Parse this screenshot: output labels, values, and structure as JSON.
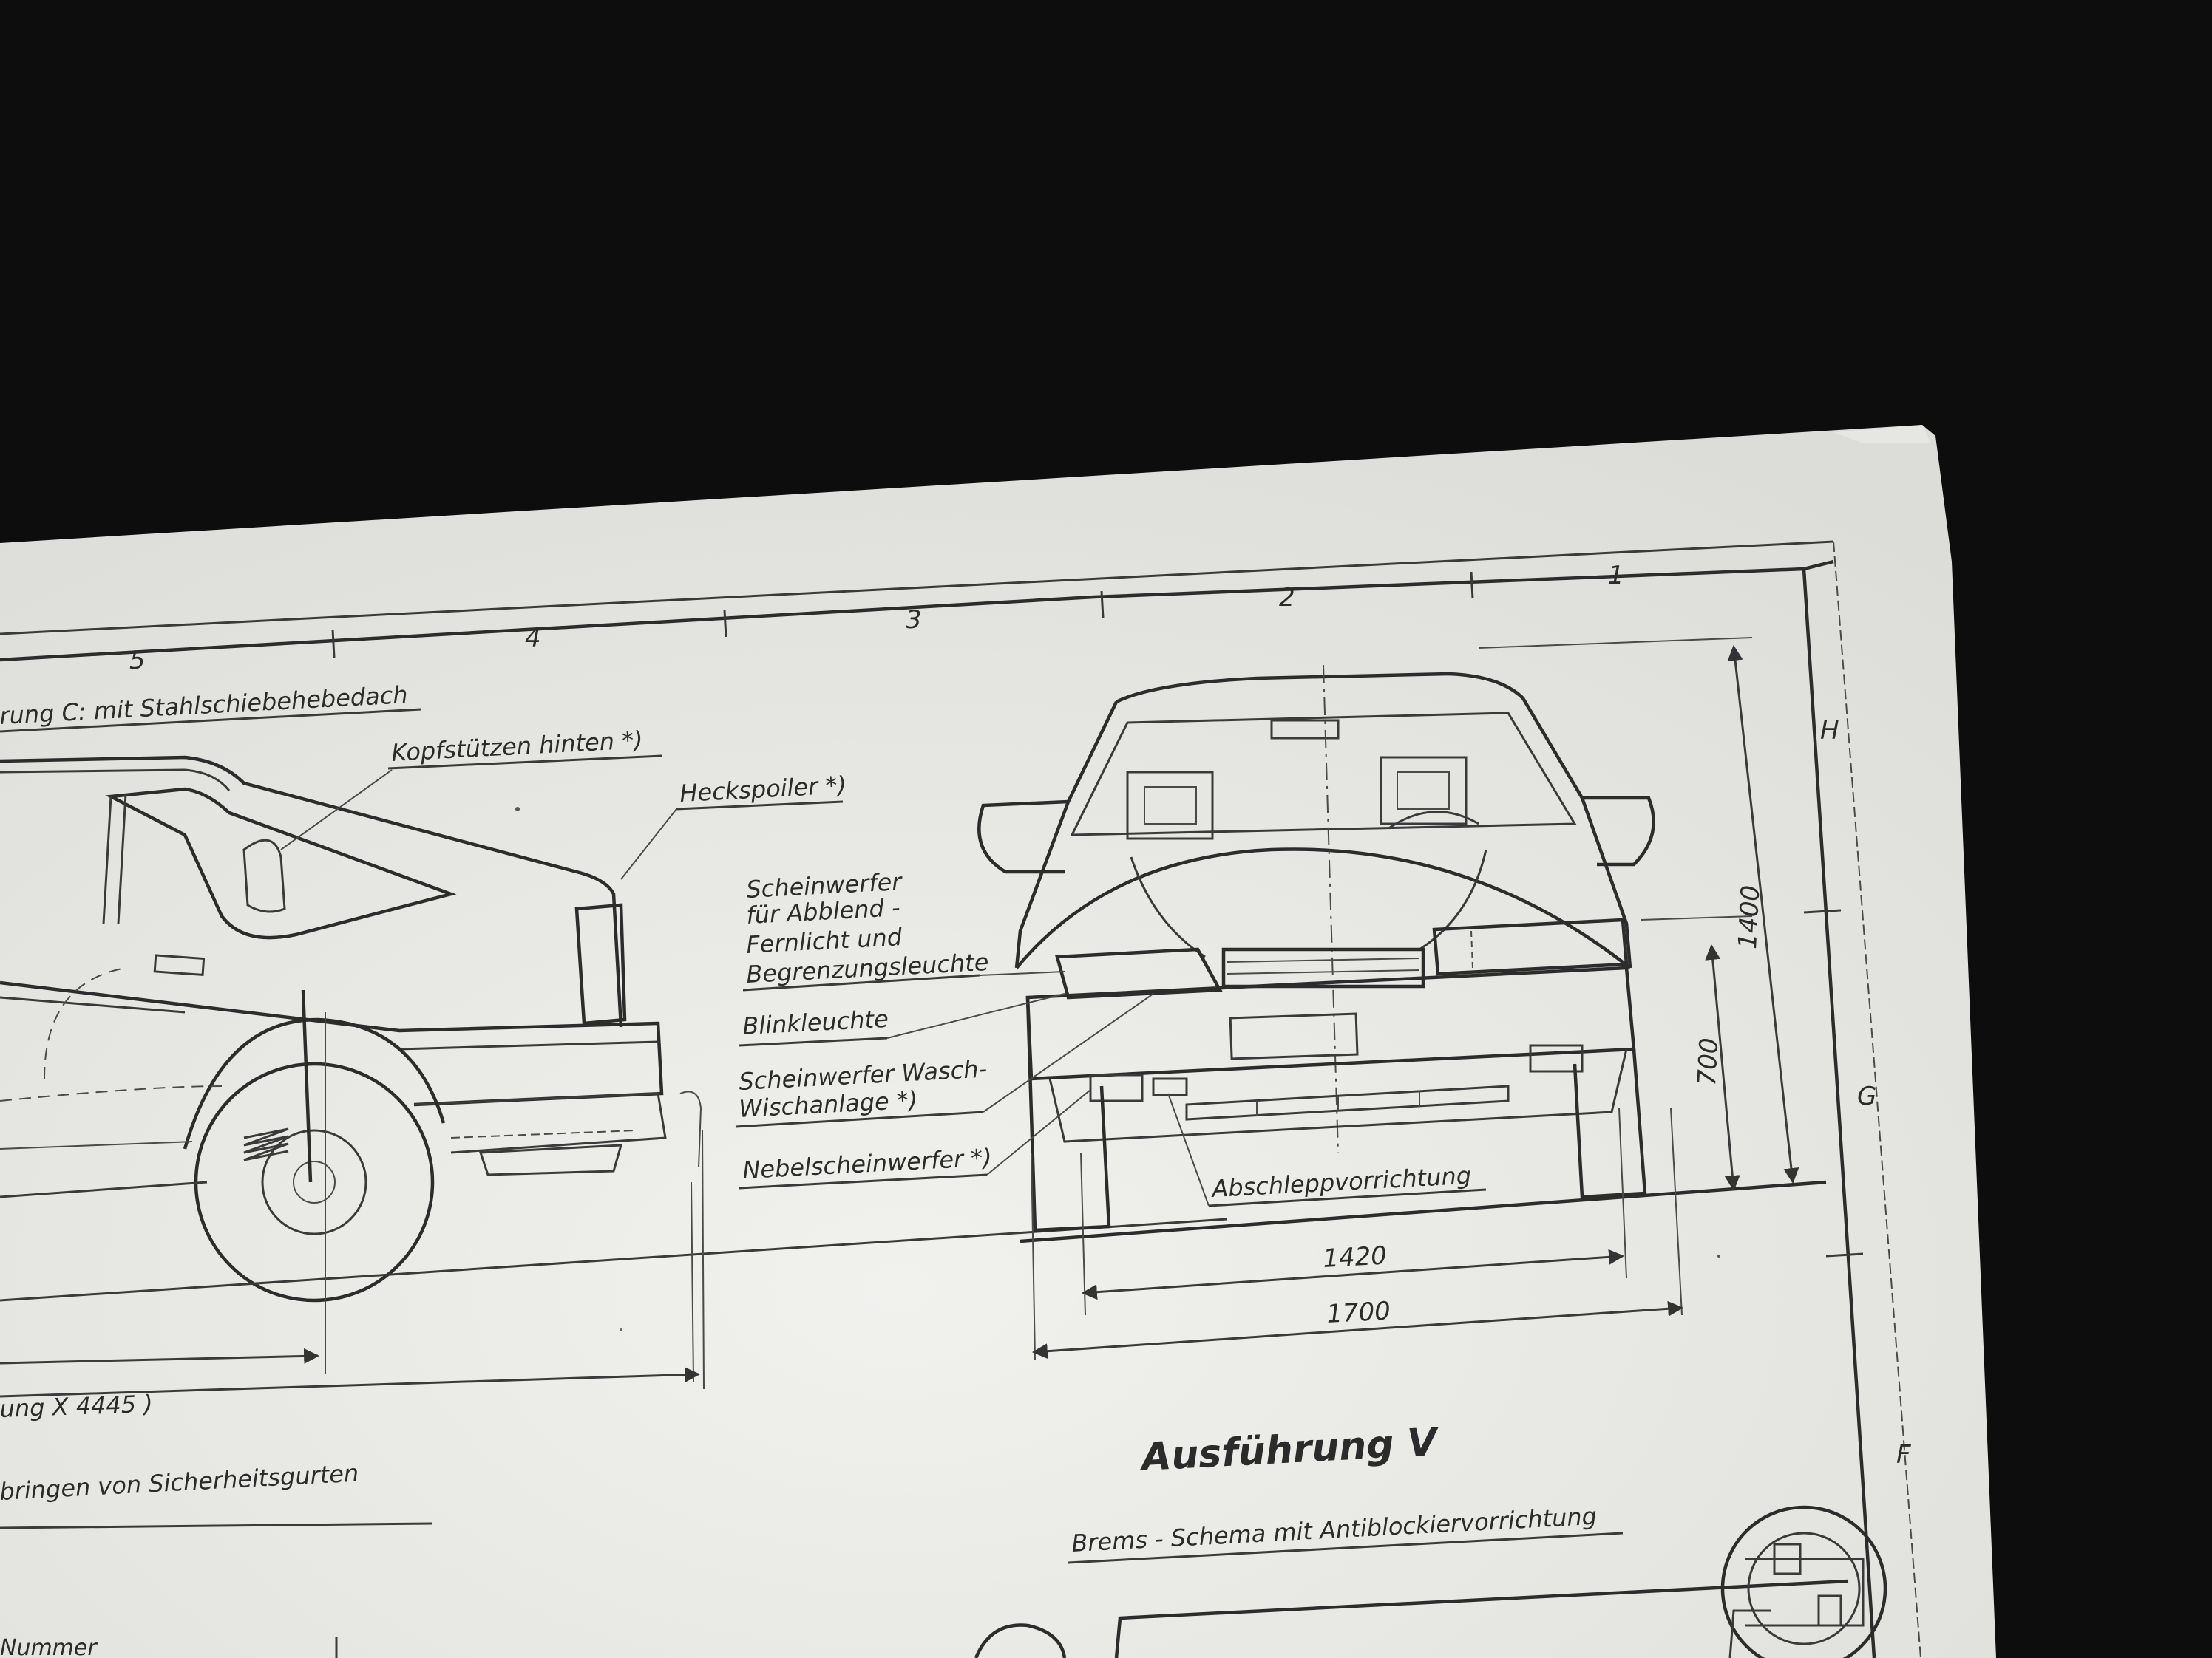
{
  "grid": {
    "top_numbers": [
      "5",
      "4",
      "3",
      "2",
      "1"
    ],
    "side_letters": [
      "H",
      "G",
      "F"
    ]
  },
  "side_view": {
    "heading": "rung C: mit Stahlschiebehebedach",
    "callouts": {
      "headrests": "Kopfstützen hinten *)",
      "spoiler": "Heckspoiler *)"
    },
    "length_label": "ung X 4445 )",
    "seatbelt_note": "bringen von Sicherheitsgurten",
    "partial_bottom_label": "Nummer"
  },
  "front_view": {
    "callouts": {
      "headlamp": [
        "Scheinwerfer",
        "für Abblend -",
        "Fernlicht  und",
        "Begrenzungsleuchte"
      ],
      "indicator": "Blinkleuchte",
      "washer": [
        "Scheinwerfer Wasch-",
        "Wischanlage *)"
      ],
      "fog": "Nebelscheinwerfer *)",
      "tow": "Abschleppvorrichtung"
    },
    "dimensions": {
      "height_total": "1400",
      "height_mid": "700",
      "track": "1420",
      "width": "1700"
    }
  },
  "footer": {
    "variant_title": "Ausführung V",
    "brake_title": "Brems - Schema  mit  Antiblockiervorrichtung"
  }
}
